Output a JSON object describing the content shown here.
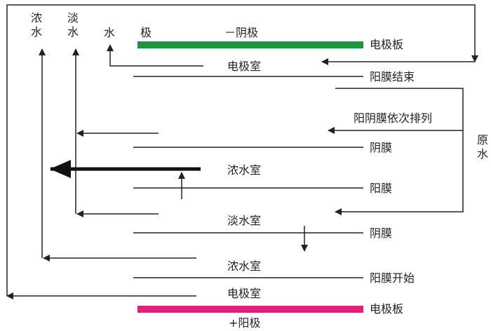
{
  "top_labels": {
    "concentrate_1": "浓",
    "concentrate_2": "水",
    "dilute_1": "淡",
    "dilute_2": "水",
    "electrode_water": "水",
    "ji_char": "极",
    "cathode": "－阴极"
  },
  "chambers": {
    "electrode_room_top": "电极室",
    "concentrate_room_1": "浓水室",
    "dilute_room": "淡水室",
    "concentrate_room_2": "浓水室",
    "electrode_room_bottom": "电极室"
  },
  "right_labels": {
    "electrode_plate_top": "电极板",
    "cation_membrane_end": "阳膜结束",
    "alternating": "阳阴膜依次排列",
    "anion_membrane_1": "阴膜",
    "cation_membrane_1": "阳膜",
    "anion_membrane_2": "阴膜",
    "cation_membrane_start": "阳膜开始",
    "electrode_plate_bottom": "电极板"
  },
  "raw_water_1": "原",
  "raw_water_2": "水",
  "anode": "+阳极",
  "colors": {
    "cathode_plate": "#1a9641",
    "anode_plate": "#e0207a",
    "line": "#222222"
  }
}
